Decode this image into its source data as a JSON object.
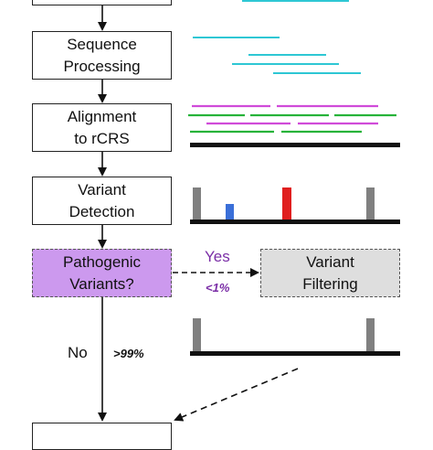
{
  "steps": {
    "sequence_processing": "Sequence\nProcessing",
    "alignment": "Alignment\nto rCRS",
    "variant_detection": "Variant\nDetection",
    "pathogenic_question": "Pathogenic\nVariants?",
    "variant_filtering": "Variant\nFiltering"
  },
  "branch_labels": {
    "yes": "Yes",
    "yes_percent": "<1%",
    "no": "No",
    "no_percent": ">99%"
  },
  "colors": {
    "pathogenic_box_fill": "#cc99ee",
    "filtering_box_fill": "#dedede",
    "yes_text": "#7a2da6",
    "read_cyan": "#2ec7d4",
    "read_magenta": "#d04bd9",
    "read_green": "#27b33a",
    "variant_gray": "#808080",
    "variant_blue": "#3a6fd8",
    "variant_red": "#e01e1e"
  }
}
